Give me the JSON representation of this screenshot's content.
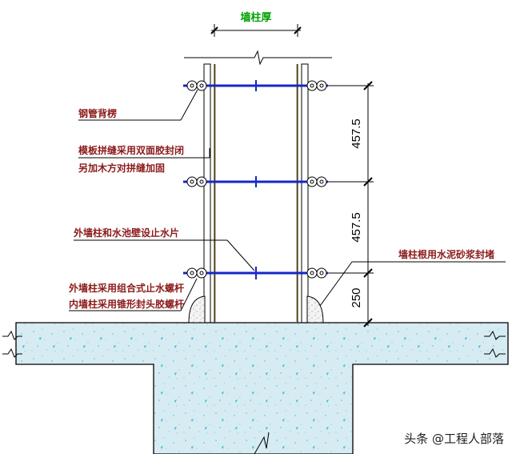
{
  "colors": {
    "accent": "#00a000",
    "label": "#8b1a1a",
    "bolt": "#1428c8",
    "concrete_fill": "#d6ecf2",
    "aggregate": "#3bb8d6"
  },
  "title": "墙柱厚",
  "labels": {
    "steel_pipe": "钢管背楞",
    "formwork_line1": "模板拼缝采用双面胶封闭",
    "formwork_line2": "另加木方对拼缝加固",
    "water_stop": "外墙柱和水池壁设止水片",
    "bolt_line1": "外墙柱采用组合式止水螺杆",
    "bolt_line2": "内墙柱采用锥形封头胶螺杆",
    "mortar_seal": "墙柱根用水泥砂浆封堵"
  },
  "dimensions": {
    "upper": "457.5",
    "middle": "457.5",
    "lower": "250"
  },
  "watermark": "头条 @工程人部落"
}
